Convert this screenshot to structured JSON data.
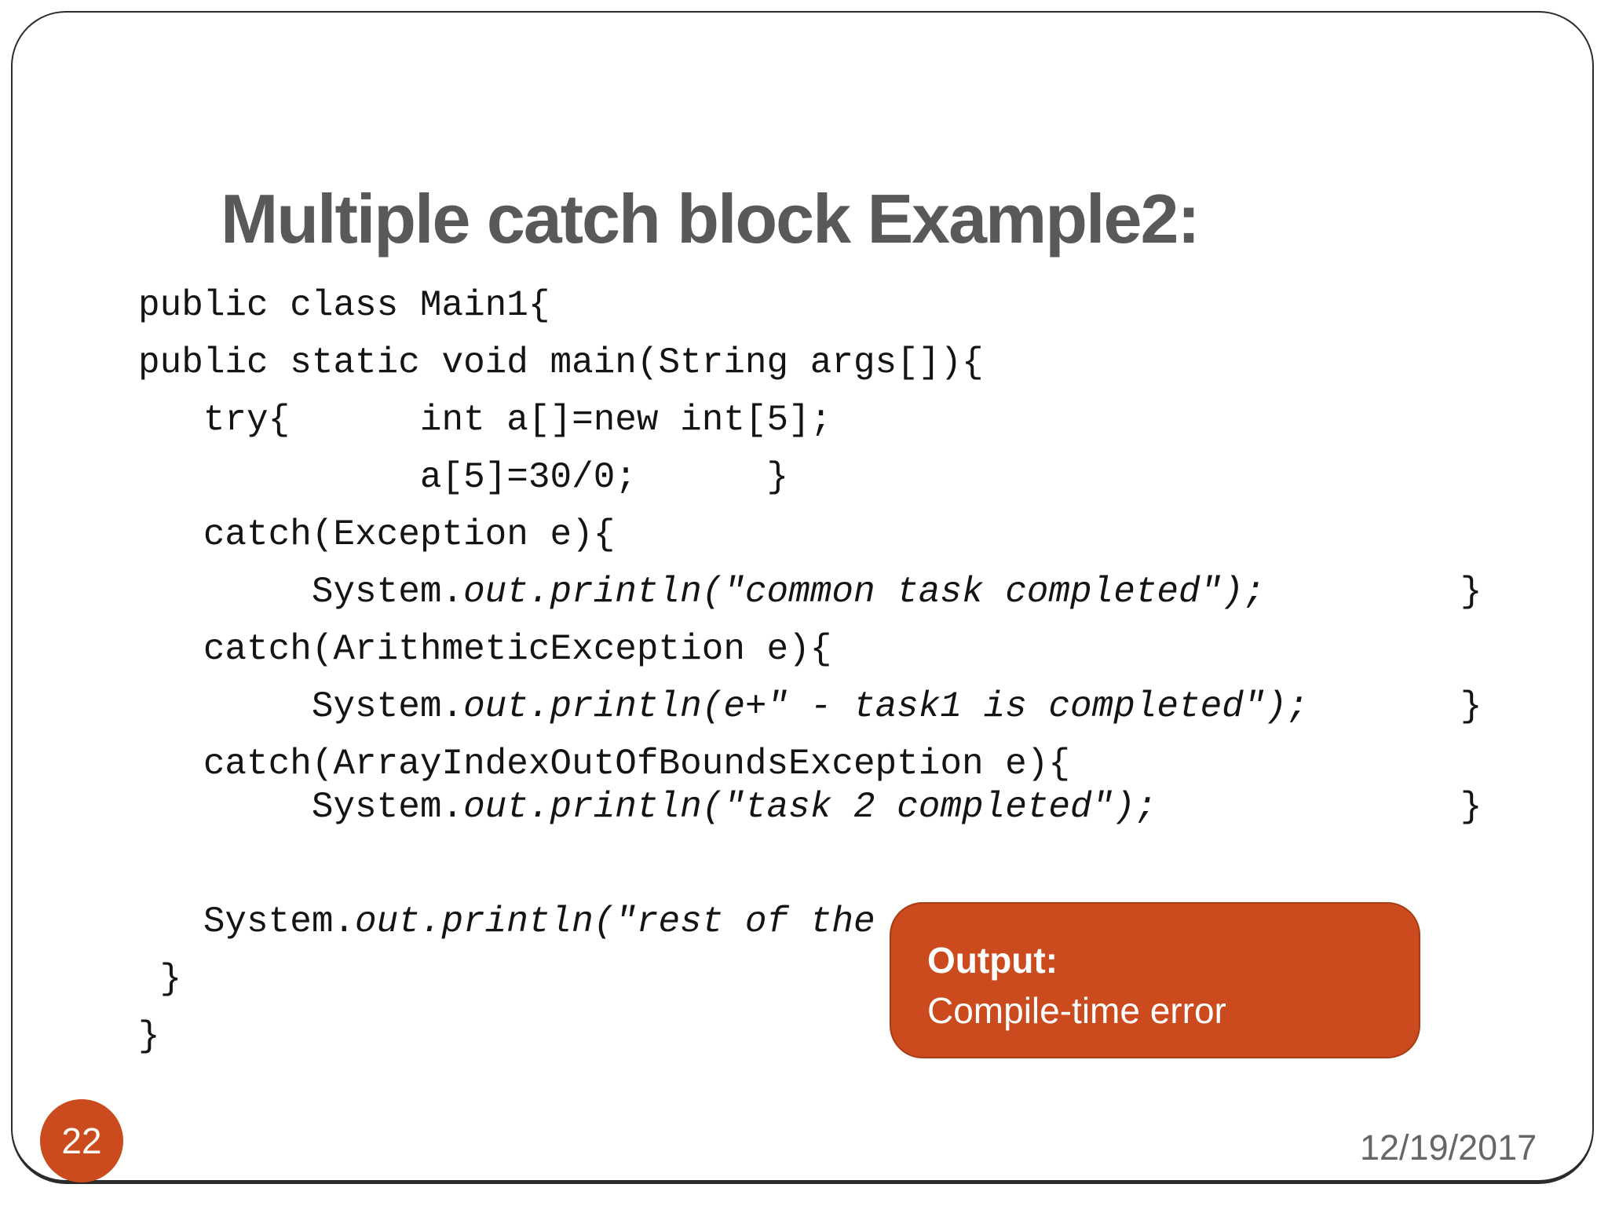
{
  "slide": {
    "title": "Multiple catch block Example2:",
    "page_number": "22",
    "date": "12/19/2017",
    "accent_color": "#cb4a1e",
    "title_color": "#595959",
    "output_box": {
      "label": "Output:",
      "text": "Compile-time error"
    },
    "code": {
      "lines": [
        {
          "segments": [
            {
              "t": "public class Main1{",
              "i": false
            }
          ]
        },
        {
          "segments": [
            {
              "t": "public static void main(String args[]){",
              "i": false
            }
          ]
        },
        {
          "segments": [
            {
              "t": "   try{      int a[]=new int[5];",
              "i": false
            }
          ]
        },
        {
          "segments": [
            {
              "t": "             a[5]=30/0;      }",
              "i": false
            }
          ]
        },
        {
          "segments": [
            {
              "t": "   catch(Exception e){",
              "i": false
            }
          ]
        },
        {
          "segments": [
            {
              "t": "        System.",
              "i": false
            },
            {
              "t": "out.println(\"common task completed\");",
              "i": true
            },
            {
              "t": "         }",
              "i": false
            }
          ]
        },
        {
          "segments": [
            {
              "t": "   catch(ArithmeticException e){",
              "i": false
            }
          ]
        },
        {
          "segments": [
            {
              "t": "        System.",
              "i": false
            },
            {
              "t": "out.println(e+\" - task1 is completed\");",
              "i": true
            },
            {
              "t": "       }",
              "i": false
            }
          ]
        },
        {
          "segments": [
            {
              "t": "   catch(ArrayIndexOutOfBoundsException e){",
              "i": false
            }
          ]
        },
        {
          "tight": true,
          "segments": [
            {
              "t": "        System.",
              "i": false
            },
            {
              "t": "out.println(\"task 2 completed\");",
              "i": true
            },
            {
              "t": "              }",
              "i": false
            }
          ]
        },
        {
          "segments": [
            {
              "t": "",
              "i": false
            }
          ]
        },
        {
          "segments": [
            {
              "t": "   System.",
              "i": false
            },
            {
              "t": "out.println(\"rest of the ",
              "i": true
            }
          ]
        },
        {
          "segments": [
            {
              "t": " }",
              "i": false
            }
          ]
        },
        {
          "segments": [
            {
              "t": "}",
              "i": false
            }
          ]
        }
      ]
    }
  }
}
